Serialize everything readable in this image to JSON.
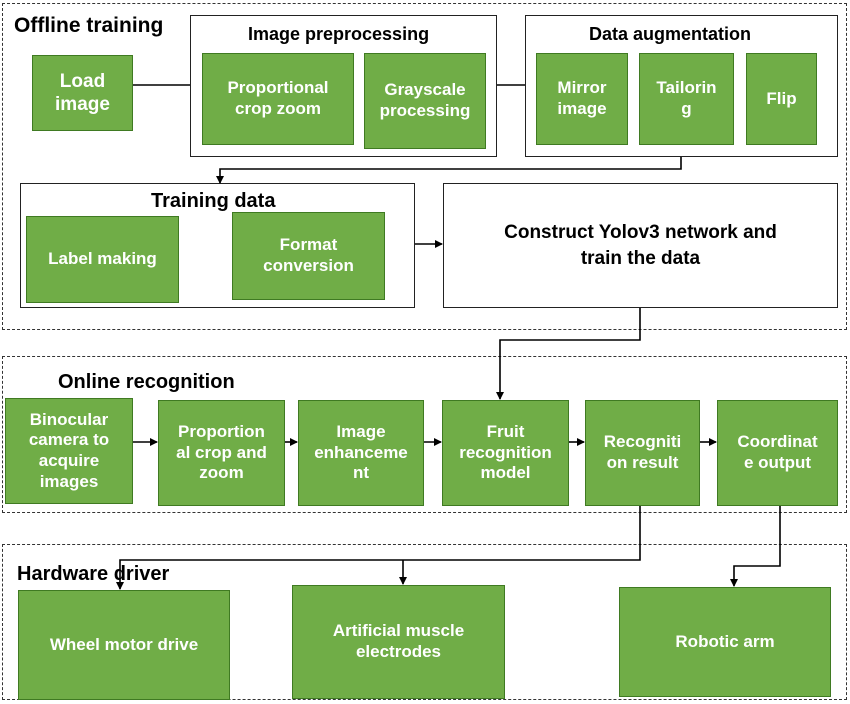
{
  "colors": {
    "box_fill": "#70ad47",
    "box_border": "#3f7a22",
    "text_on_box": "#ffffff",
    "line": "#000000"
  },
  "offline": {
    "title": "Offline training",
    "load_image": "Load\nimage",
    "preprocessing": {
      "title": "Image preprocessing",
      "crop_zoom": "Proportional\ncrop zoom",
      "grayscale": "Grayscale\nprocessing"
    },
    "augmentation": {
      "title": "Data augmentation",
      "mirror": "Mirror\nimage",
      "tailoring": "Tailorin\ng",
      "flip": "Flip"
    },
    "training_data": {
      "title": "Training data",
      "label_making": "Label making",
      "format_conversion": "Format\nconversion"
    },
    "construct": "Construct Yolov3 network and\ntrain the data"
  },
  "online": {
    "title": "Online recognition",
    "steps": [
      "Binocular\ncamera to\nacquire\nimages",
      "Proportion\nal crop and\nzoom",
      "Image\nenhanceme\nnt",
      "Fruit\nrecognition\nmodel",
      "Recogniti\non result",
      "Coordinat\ne output"
    ]
  },
  "hardware": {
    "title": "Hardware driver",
    "wheel": "Wheel motor drive",
    "muscle": "Artificial muscle\nelectrodes",
    "arm": "Robotic arm"
  }
}
